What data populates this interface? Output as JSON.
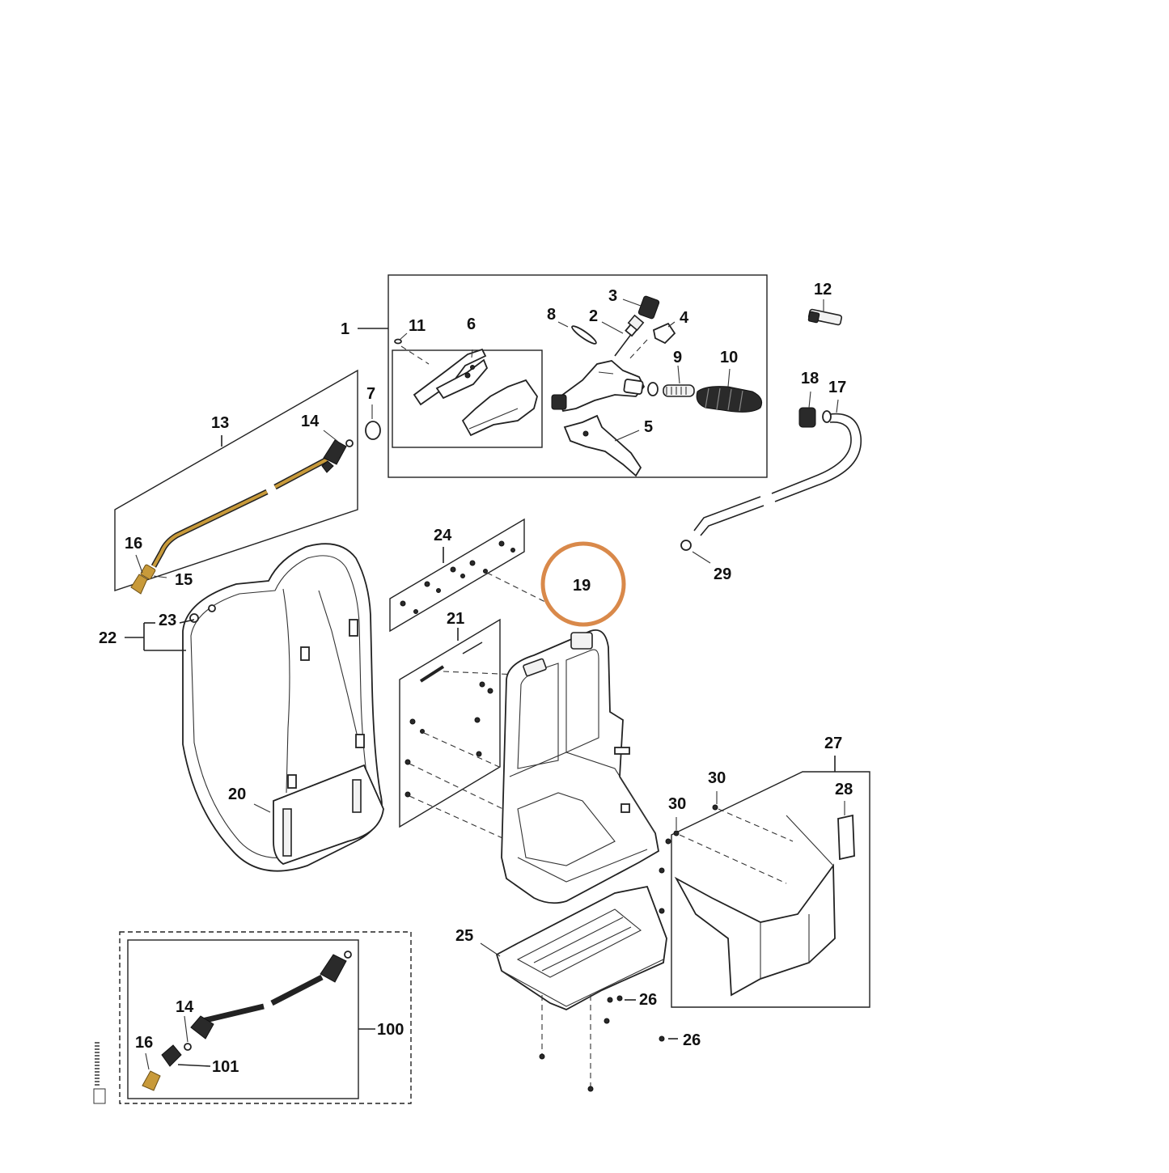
{
  "diagram": {
    "callouts": {
      "c1": "1",
      "c2": "2",
      "c3": "3",
      "c4": "4",
      "c5": "5",
      "c6": "6",
      "c7": "7",
      "c8": "8",
      "c9": "9",
      "c10": "10",
      "c11": "11",
      "c12": "12",
      "c13": "13",
      "c14a": "14",
      "c14b": "14",
      "c15": "15",
      "c16a": "16",
      "c16b": "16",
      "c17": "17",
      "c18": "18",
      "c19": "19",
      "c20": "20",
      "c21": "21",
      "c22": "22",
      "c23": "23",
      "c24": "24",
      "c25": "25",
      "c26a": "26",
      "c26b": "26",
      "c27": "27",
      "c28": "28",
      "c29": "29",
      "c30a": "30",
      "c30b": "30",
      "c100": "100",
      "c101": "101"
    },
    "highlight": {
      "part": "19",
      "color": "#d9894a"
    },
    "accent_colors": {
      "brass": "#c89a3a",
      "rubber": "#2a2a2a"
    }
  }
}
